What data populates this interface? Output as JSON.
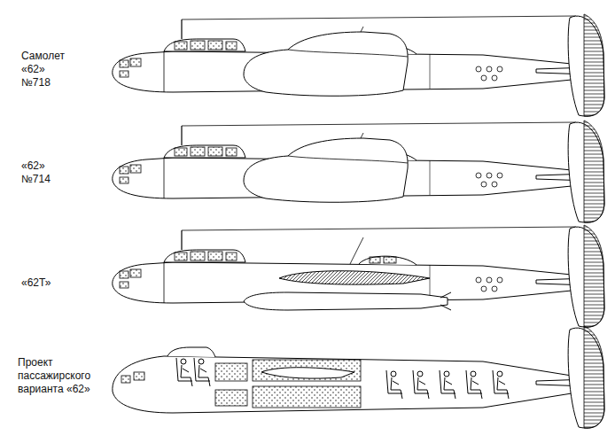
{
  "diagram": {
    "labels": [
      "Самолет «62» №718",
      "«62» №714",
      "«62Т»",
      "Проект пассажирского варианта «62»"
    ]
  }
}
